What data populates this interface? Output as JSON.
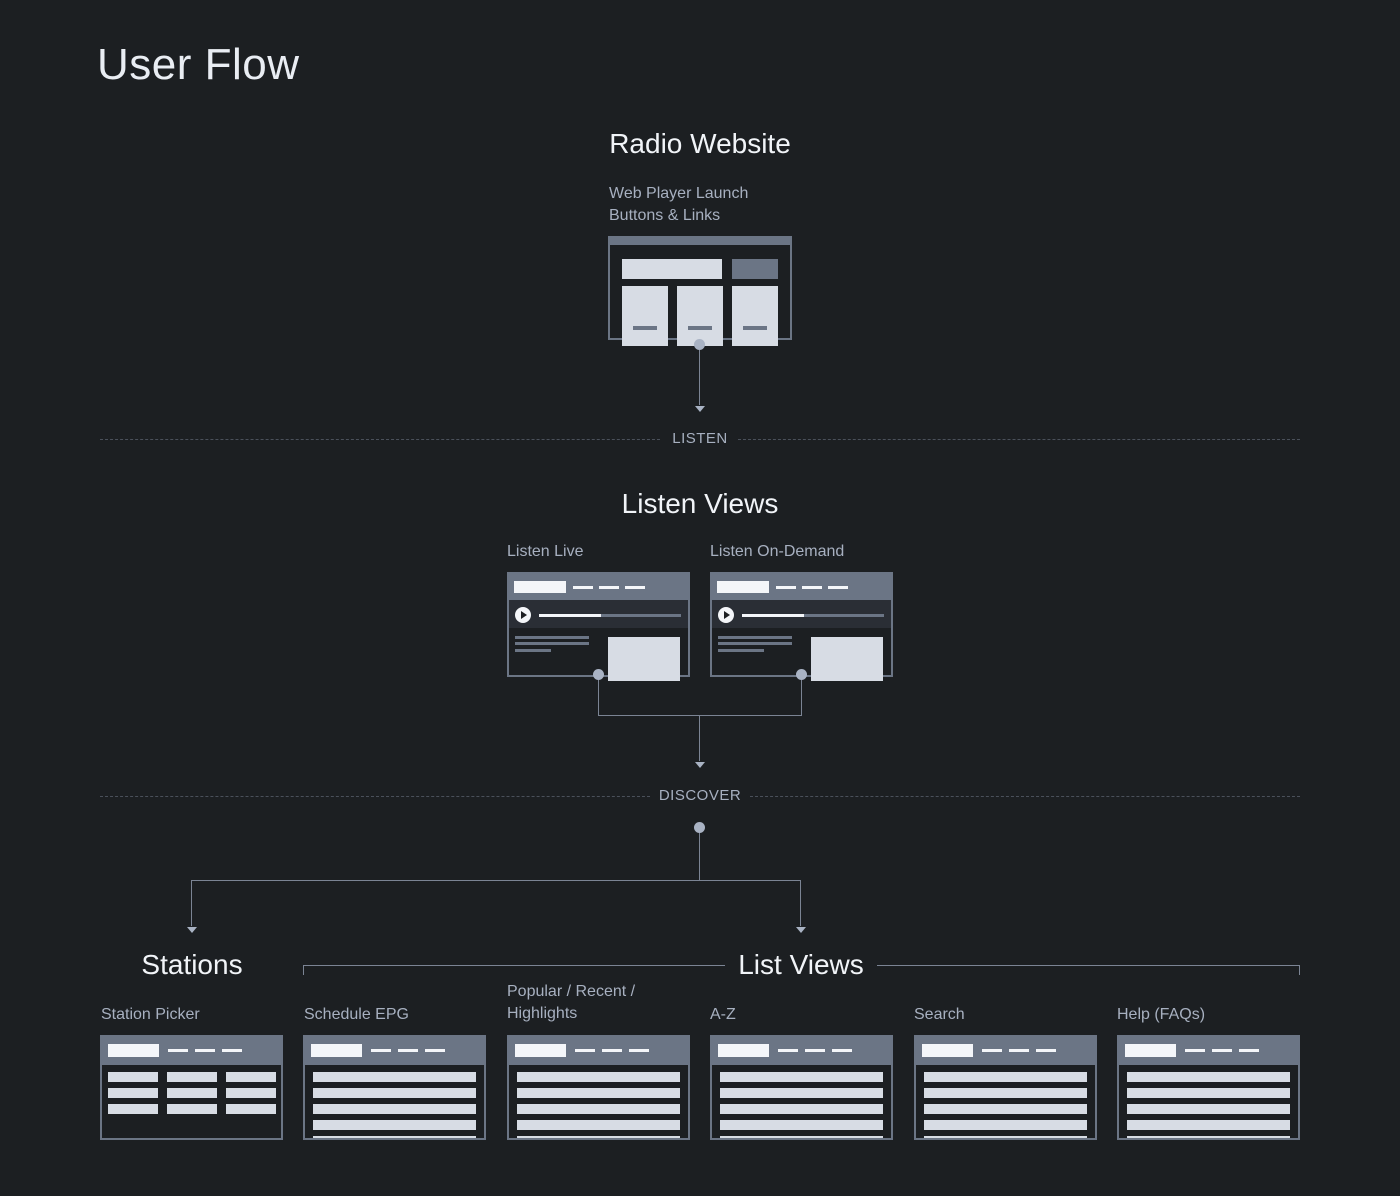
{
  "page": {
    "title": "User Flow"
  },
  "radio_website": {
    "heading": "Radio Website",
    "caption_line1": "Web Player Launch",
    "caption_line2": "Buttons & Links"
  },
  "dividers": {
    "listen": "LISTEN",
    "discover": "DISCOVER"
  },
  "listen_views": {
    "heading": "Listen Views",
    "live_label": "Listen Live",
    "ondemand_label": "Listen On-Demand"
  },
  "stations": {
    "heading": "Stations",
    "picker_label": "Station Picker"
  },
  "list_views": {
    "heading": "List Views",
    "items": [
      {
        "label": "Schedule EPG"
      },
      {
        "label_line1": "Popular / Recent /",
        "label_line2": "Highlights"
      },
      {
        "label": "A-Z"
      },
      {
        "label": "Search"
      },
      {
        "label": "Help (FAQs)"
      }
    ]
  },
  "colors": {
    "background": "#1c1f22",
    "wireframe_slate": "#6b7585",
    "wireframe_light": "#d7dce4",
    "connector": "#7b8494",
    "text_primary": "#f1f4f8",
    "text_secondary": "#a7b0c0"
  }
}
